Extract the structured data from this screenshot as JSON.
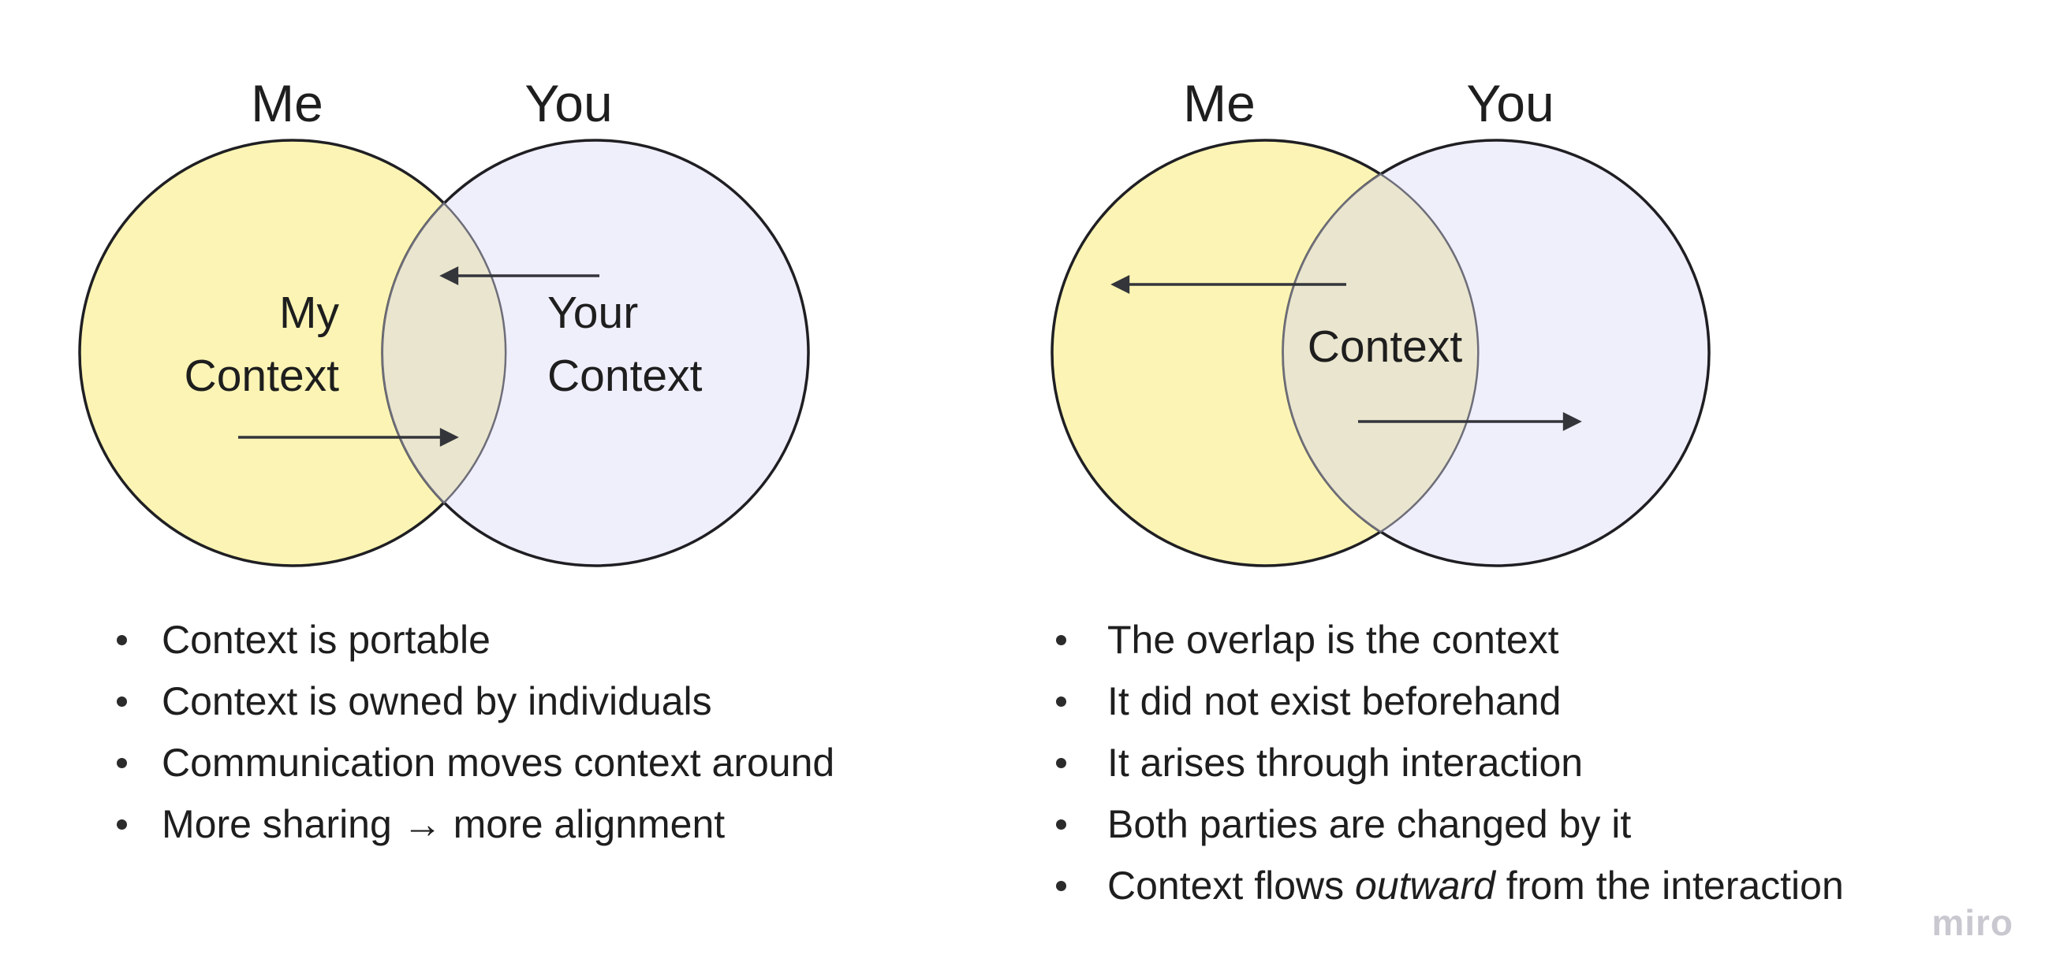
{
  "colors": {
    "background": "#ffffff",
    "me_circle_fill": "#FBF4B4",
    "you_circle_fill": "#EFEEFB",
    "overlap_fill": "#EAE5CE",
    "circle_stroke": "#1f1f23",
    "overlap_stroke": "#6e6e7a",
    "arrow": "#33353a",
    "text": "#1e1e1e",
    "watermark": "#c9c8d0"
  },
  "left_diagram": {
    "me_title": "Me",
    "you_title": "You",
    "me_circle_label": "My\nContext",
    "you_circle_label": "Your\nContext",
    "bullets": [
      "Context is portable",
      "Context is owned by individuals",
      "Communication moves context around",
      "More sharing → more alignment"
    ]
  },
  "right_diagram": {
    "me_title": "Me",
    "you_title": "You",
    "overlap_label": "Context",
    "bullets": [
      "The overlap is the context",
      "It did not exist beforehand",
      "It arises through interaction",
      "Both parties are changed by it"
    ],
    "last_bullet": {
      "pre": "Context flows ",
      "italic": "outward",
      "post": " from the interaction"
    }
  },
  "watermark": "miro"
}
